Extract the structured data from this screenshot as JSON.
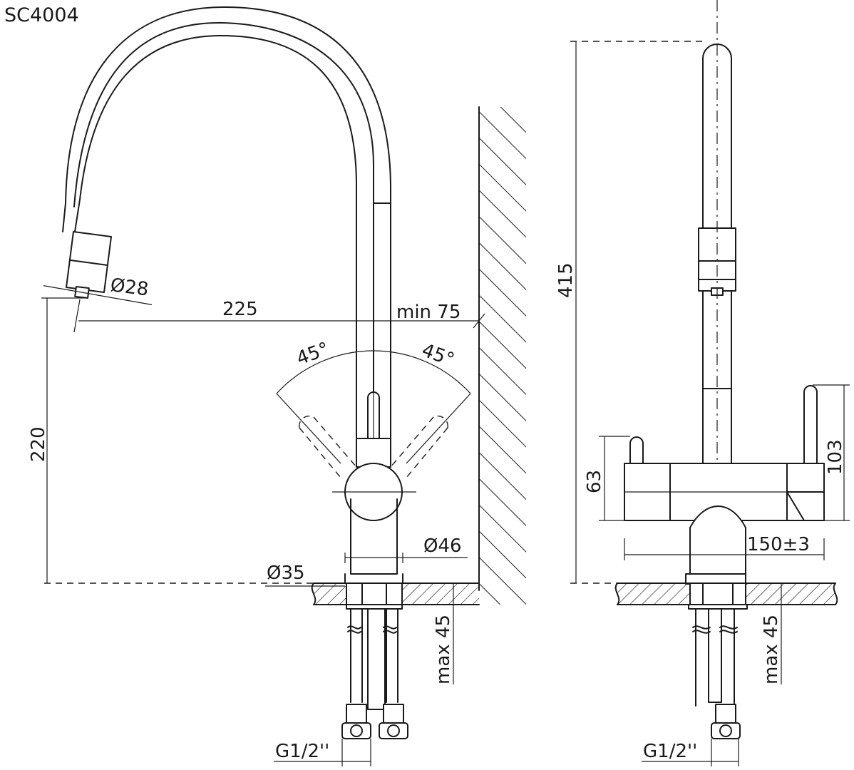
{
  "title": "SC4004",
  "colors": {
    "line": "#1a1a1a",
    "background": "#ffffff"
  },
  "side_view": {
    "dim_spout_diameter": "Ø28",
    "dim_reach": "225",
    "dim_wall_min": "min 75",
    "dim_angle_left": "45°",
    "dim_angle_right": "45°",
    "dim_height": "220",
    "dim_body_diameter": "Ø46",
    "dim_base_diameter": "Ø35",
    "dim_counter_thickness": "max 45",
    "dim_thread": "G1/2''"
  },
  "front_view": {
    "dim_total_height": "415",
    "dim_lever_height": "103",
    "dim_body_height": "63",
    "dim_body_width": "150±3",
    "dim_counter_thickness": "max 45",
    "dim_thread": "G1/2''"
  }
}
